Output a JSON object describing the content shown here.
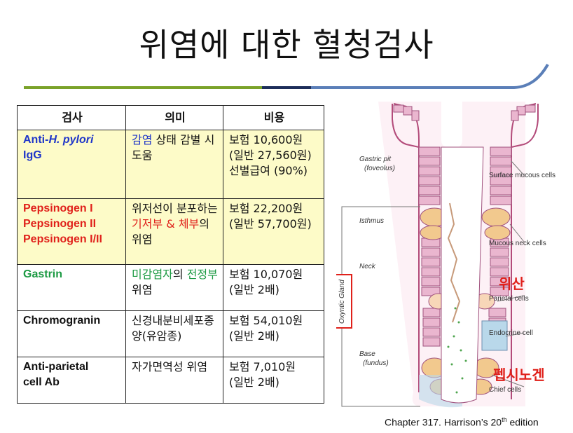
{
  "title": "위염에 대한 혈청검사",
  "table": {
    "headers": [
      "검사",
      "의미",
      "비용"
    ],
    "rows": [
      {
        "name_pre": "Anti-",
        "name_italic": "H. pylori",
        "name_post": " IgG",
        "meaning_hl": "감염",
        "meaning_rest": " 상태 감별 시 도움",
        "cost": [
          "보험 10,600원",
          "(일반 27,560원)",
          "선별급여 (90%)"
        ]
      },
      {
        "name_lines": [
          "Pepsinogen I",
          "Pepsinogen II",
          "Pepsinogen I/II"
        ],
        "meaning_a": "위저선이 분포하는 ",
        "meaning_hl1": "기저부 &",
        "meaning_hl2": "체부",
        "meaning_b": "의 위염",
        "cost": [
          "보험 22,200원",
          "(일반 57,700원)"
        ]
      },
      {
        "name": "Gastrin",
        "meaning_hl1": "미감염자",
        "meaning_a": "의 ",
        "meaning_hl2": "전정부",
        "meaning_b": " 위염",
        "cost": [
          "보험 10,070원",
          "(일반 2배)"
        ]
      },
      {
        "name": "Chromogranin",
        "meaning": "신경내분비세포종양(유암종)",
        "cost": [
          "보험 54,010원",
          "(일반 2배)"
        ]
      },
      {
        "name_lines": [
          "Anti-parietal",
          "cell Ab"
        ],
        "meaning": "자가면역성 위염",
        "cost": [
          "보험 7,010원",
          "(일반 2배)"
        ]
      }
    ]
  },
  "diagram": {
    "labels": {
      "gastric_pit": "Gastric pit",
      "foveolus": "(foveolus)",
      "surface": "Surface mucous cells",
      "isthmus": "Isthmus",
      "mucous_neck": "Mucous neck cells",
      "neck": "Neck",
      "parietal": "Parietal cells",
      "endocrine": "Endocrine cell",
      "base": "Base",
      "fundus": "(fundus)",
      "chief": "Chief cells",
      "oxyntic": "Oxyntic Gland",
      "wisan": "위산",
      "pepsinogen": "펩시노겐"
    }
  },
  "caption": {
    "main": "Chapter 317. Harrison’s 20",
    "sup": "th",
    "tail": " edition"
  },
  "colors": {
    "accent_green": "#7aa22a",
    "accent_blue": "#5b7fb8",
    "navy": "#1d2e5a",
    "red": "#e0211b",
    "blue": "#1f36c9",
    "green": "#1c9a43",
    "yellow": "#fdfbc8"
  }
}
